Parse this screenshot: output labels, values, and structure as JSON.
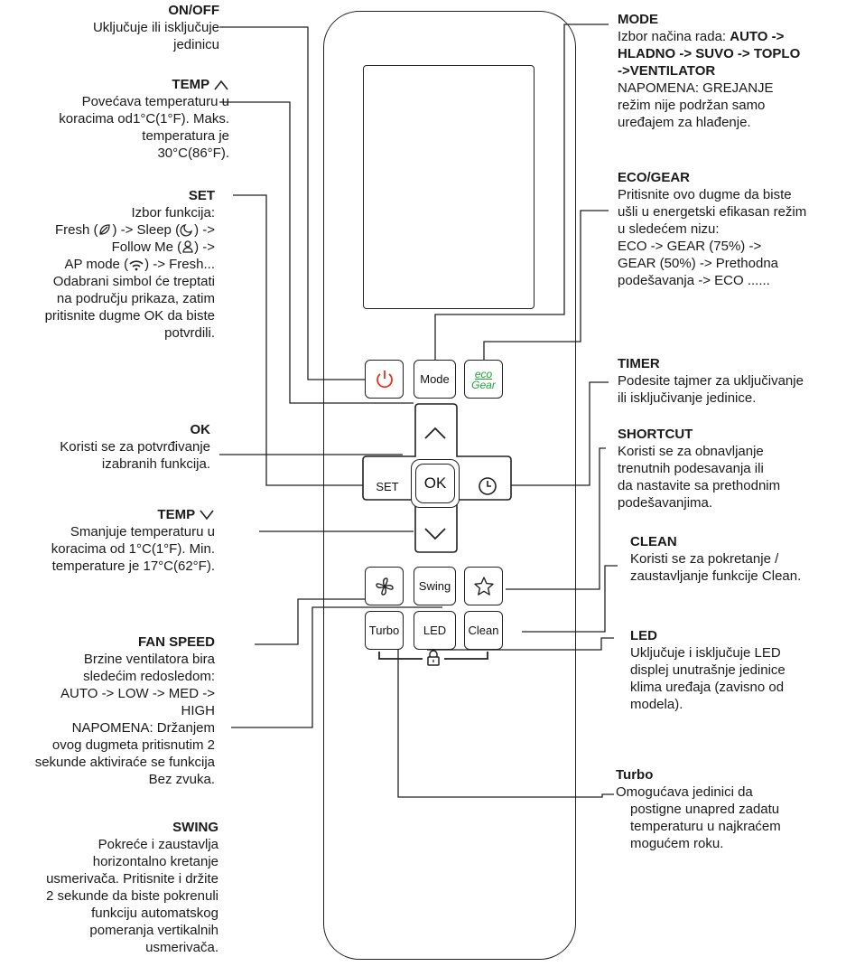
{
  "labels": {
    "onoff": {
      "title": "ON/OFF",
      "lines": [
        "Uključuje ili isključuje",
        "jedinicu"
      ]
    },
    "temp_up": {
      "title": "TEMP",
      "lines": [
        "Povećava temperaturu u",
        "koracima od1°C(1°F). Maks.",
        "temperatura je",
        "30°C(86°F)."
      ]
    },
    "set": {
      "title": "SET",
      "lines": [
        "Izbor funkcija:"
      ],
      "fresh_a": "Fresh (",
      "fresh_b": ") -> Sleep (",
      "fresh_c": ") ->",
      "follow_a": "Follow Me (",
      "follow_b": ") ->",
      "ap_a": "AP mode (",
      "ap_b": ") -> Fresh...",
      "tail": [
        "Odabrani simbol će treptati",
        "na području prikaza, zatim",
        "pritisnite dugme OK da biste",
        "potvrdili."
      ]
    },
    "ok": {
      "title": "OK",
      "lines": [
        "Koristi se za potvrđivanje",
        "izabranih funkcija."
      ]
    },
    "temp_down": {
      "title": "TEMP",
      "lines": [
        "Smanjuje temperaturu u",
        "koracima od 1°C(1°F). Min.",
        "temperature je 17°C(62°F)."
      ]
    },
    "fan": {
      "title": "FAN SPEED",
      "lines": [
        "Brzine ventilatora bira",
        "sledećim redosledom:",
        "AUTO  -> LOW -> MED ->",
        "HIGH",
        "NAPOMENA: Držanjem",
        "ovog dugmeta pritisnutim 2",
        "sekunde aktiviraće se funkcija",
        "Bez zvuka."
      ]
    },
    "swing": {
      "title": "SWING",
      "lines": [
        "Pokreće i zaustavlja",
        "horizontalno kretanje",
        "usmerivača. Pritisnite i držite",
        "2 sekunde da biste pokrenuli",
        "funkciju automatskog",
        "pomeranja vertikalnih",
        "usmerivača."
      ]
    },
    "mode": {
      "title": "MODE",
      "intro": "Izbor načina rada: ",
      "seq1": "AUTO ->",
      "seq2": "HLADNO -> SUVO -> TOPLO",
      "seq3": "->VENTILATOR",
      "lines": [
        "NAPOMENA: GREJANJE",
        "režim nije podržan samo",
        "uređajem za hlađenje."
      ]
    },
    "eco": {
      "title": "ECO/GEAR",
      "lines": [
        "Pritisnite ovo dugme da biste",
        "ušli u energetski efikasan režim",
        "u sledećem nizu:",
        "ECO -> GEAR (75%) ->",
        "GEAR (50%) -> Prethodna",
        "podešavanja -> ECO ......"
      ]
    },
    "timer": {
      "title": "TIMER",
      "lines": [
        "Podesite tajmer za uključivanje",
        "ili isključivanje jedinice."
      ]
    },
    "shortcut": {
      "title": "SHORTCUT",
      "lines": [
        "Koristi se za obnavljanje",
        "trenutnih podesavanja ili",
        "da nastavite sa prethodnim",
        "podešavanjima."
      ]
    },
    "clean": {
      "title": "CLEAN",
      "lines": [
        "Koristi se za pokretanje /",
        "zaustavljanje funkcije Clean."
      ]
    },
    "led": {
      "title": "LED",
      "lines": [
        "Uključuje i isključuje LED",
        "displej unutrašnje jedinice",
        "klima uređaja (zavisno od",
        "modela)."
      ]
    },
    "turbo": {
      "title": "Turbo",
      "lines": [
        "Omogućava jedinici da",
        "postigne unapred zadatu",
        "temperaturu u najkraćem",
        "mogućem roku."
      ]
    }
  },
  "buttons": {
    "mode": "Mode",
    "eco_top": "eco",
    "eco_bottom": "Gear",
    "set": "SET",
    "ok": "OK",
    "swing": "Swing",
    "turbo": "Turbo",
    "led": "LED",
    "clean": "Clean"
  },
  "colors": {
    "power": "#e8301e",
    "eco": "#1fa33a",
    "stroke": "#222222"
  },
  "icons": [
    "power-icon",
    "up-arrow-icon",
    "down-arrow-icon",
    "clock-icon",
    "fan-icon",
    "star-icon",
    "lock-icon",
    "leaf-icon",
    "sleep-icon",
    "person-icon",
    "wifi-icon"
  ]
}
